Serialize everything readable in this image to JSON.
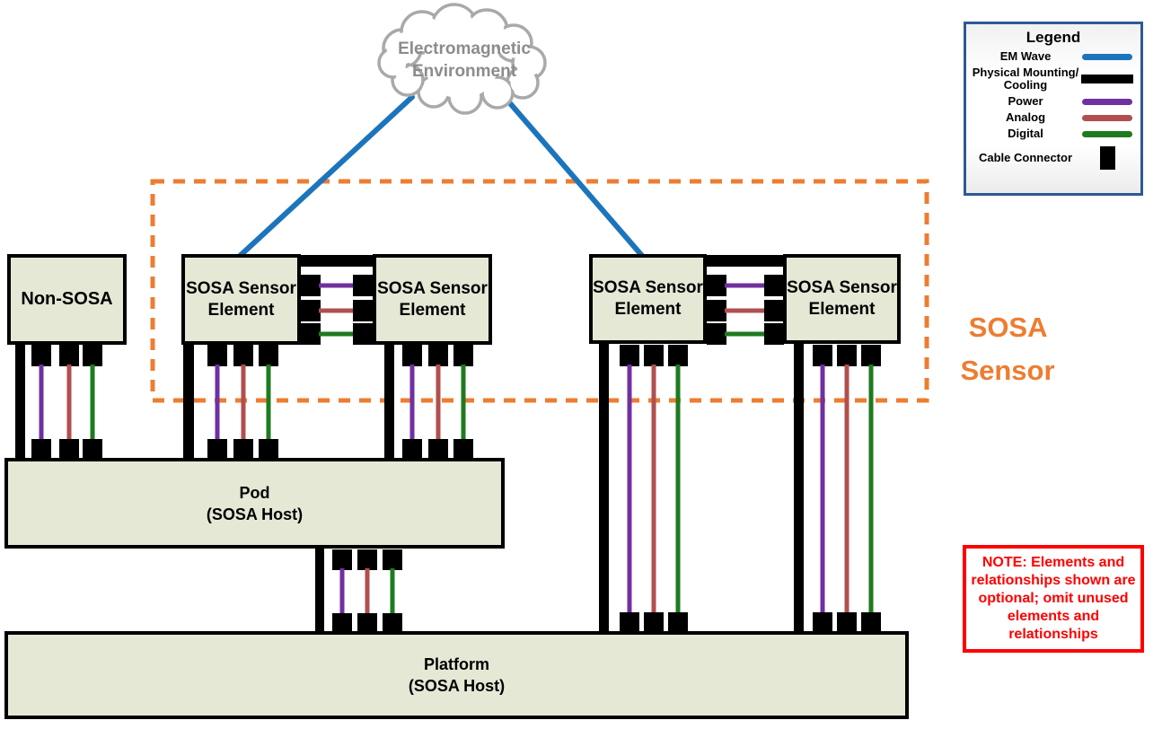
{
  "cloud": {
    "line1": "Electromagnetic",
    "line2": "Environment"
  },
  "nodes": {
    "non_sosa": {
      "label": "Non-SOSA"
    },
    "sensor_element": {
      "line1": "SOSA Sensor",
      "line2": "Element"
    },
    "pod": {
      "line1": "Pod",
      "line2": "(SOSA Host)"
    },
    "platform": {
      "line1": "Platform",
      "line2": "(SOSA Host)"
    }
  },
  "group_label": {
    "line1": "SOSA",
    "line2": "Sensor"
  },
  "legend": {
    "title": "Legend",
    "items": [
      {
        "label": "EM Wave",
        "color": "#1C75BC",
        "swatch": "line"
      },
      {
        "label": "Physical Mounting/ Cooling",
        "color": "#000000",
        "swatch": "thick-bar"
      },
      {
        "label": "Power",
        "color": "#7030A0",
        "swatch": "line"
      },
      {
        "label": "Analog",
        "color": "#B14F4F",
        "swatch": "line"
      },
      {
        "label": "Digital",
        "color": "#1E7A1E",
        "swatch": "line"
      },
      {
        "label": "Cable Connector",
        "color": "#000000",
        "swatch": "square"
      }
    ]
  },
  "note": {
    "text": "NOTE: Elements and relationships shown are optional; omit unused elements and relationships"
  },
  "colors": {
    "em_wave_blue": "#1C75BC",
    "physical_black": "#000000",
    "power_purple": "#7030A0",
    "analog_red": "#B14F4F",
    "digital_green": "#1E7A1E",
    "sosa_boundary_orange": "#ED7D31",
    "note_red": "#FF0000",
    "legend_border_blue": "#2D5A96",
    "node_fill": "#E5E8D5",
    "cloud_gray": "#A9A9A9"
  }
}
